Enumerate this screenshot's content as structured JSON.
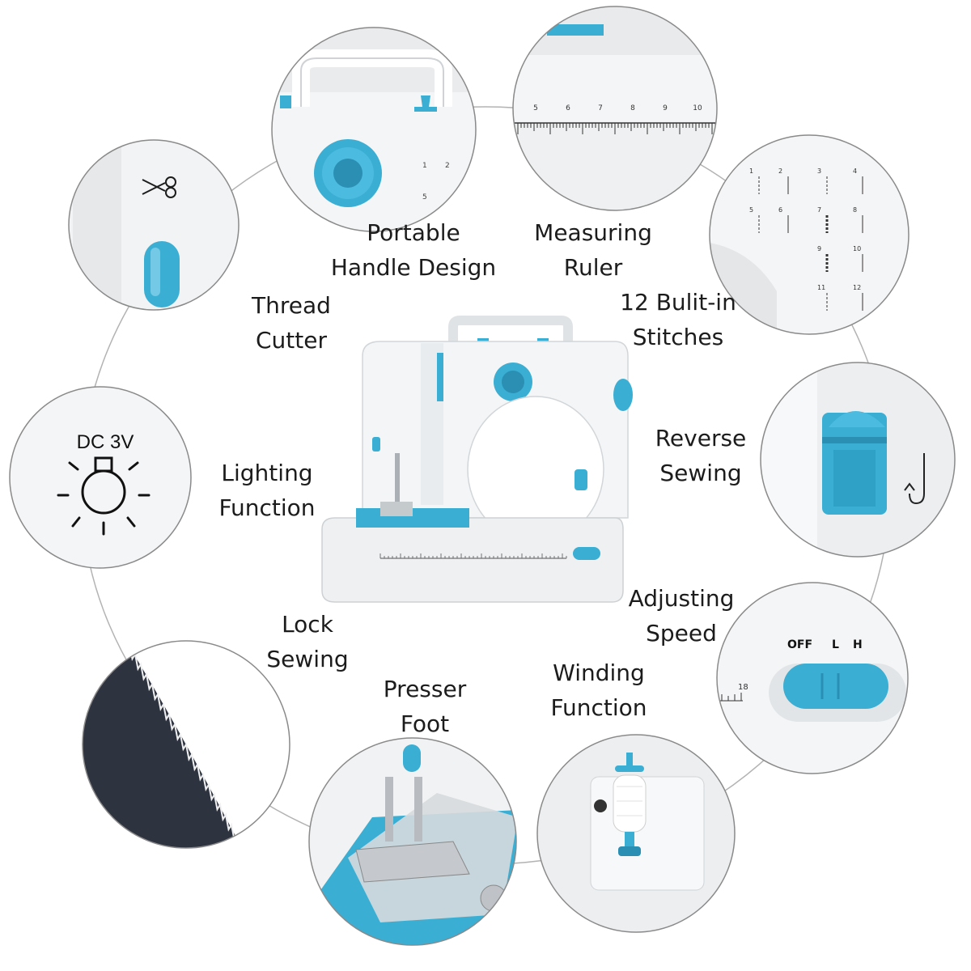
{
  "features": [
    {
      "id": "thread-cutter",
      "lines": [
        "Thread",
        "Cutter"
      ]
    },
    {
      "id": "portable-handle",
      "lines": [
        "Portable",
        "Handle Design"
      ]
    },
    {
      "id": "measuring-ruler",
      "lines": [
        "Measuring",
        "Ruler"
      ]
    },
    {
      "id": "stitches",
      "lines": [
        "12 Bulit-in",
        "Stitches"
      ]
    },
    {
      "id": "lighting",
      "lines": [
        "Lighting",
        "Function"
      ]
    },
    {
      "id": "reverse-sewing",
      "lines": [
        "Reverse",
        "Sewing"
      ]
    },
    {
      "id": "adjusting-speed",
      "lines": [
        "Adjusting",
        "Speed"
      ]
    },
    {
      "id": "lock-sewing",
      "lines": [
        "Lock",
        "Sewing"
      ]
    },
    {
      "id": "presser-foot",
      "lines": [
        "Presser",
        "Foot"
      ]
    },
    {
      "id": "winding",
      "lines": [
        "Winding",
        "Function"
      ]
    }
  ],
  "lighting_panel": {
    "voltage": "DC 3V"
  },
  "speed_panel": {
    "off": "OFF",
    "low": "L",
    "high": "H",
    "scale_mark": "18"
  },
  "ruler_panel": {
    "numbers": [
      "5",
      "6",
      "7",
      "8",
      "9",
      "10"
    ]
  },
  "stitch_panel": {
    "numbers": [
      "1",
      "2",
      "3",
      "4",
      "5",
      "6",
      "7",
      "8",
      "9",
      "10",
      "11",
      "12"
    ]
  },
  "handle_panel": {
    "dial_numbers": [
      "1",
      "2",
      "5"
    ]
  },
  "colors": {
    "accent": "#3aaed3",
    "accent_dark": "#2a8fb3",
    "fabric": "#2e3340",
    "outline": "#8a8a8a"
  }
}
